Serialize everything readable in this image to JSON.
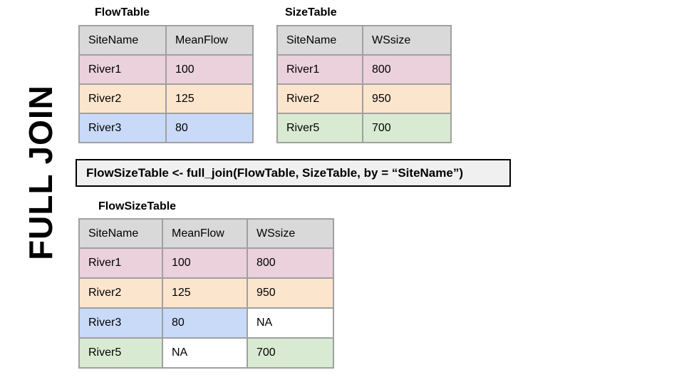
{
  "side_label": {
    "text": "FULL JOIN"
  },
  "palette": {
    "header_bg": "#d9d9d9",
    "row_pink": "#ead1dc",
    "row_orange": "#fce5cd",
    "row_blue": "#c9daf8",
    "row_green": "#d9ead3",
    "na_cell_bg": "#ffffff",
    "table_border": "#a0a0a0",
    "code_box_bg": "#f0f0f0",
    "code_box_border": "#000000"
  },
  "flow_table": {
    "title": "FlowTable",
    "headers": [
      "SiteName",
      "MeanFlow"
    ],
    "rows": [
      {
        "site": "River1",
        "mean_flow": "100"
      },
      {
        "site": "River2",
        "mean_flow": "125"
      },
      {
        "site": "River3",
        "mean_flow": "80"
      }
    ]
  },
  "size_table": {
    "title": "SizeTable",
    "headers": [
      "SiteName",
      "WSsize"
    ],
    "rows": [
      {
        "site": "River1",
        "ws_size": "800"
      },
      {
        "site": "River2",
        "ws_size": "950"
      },
      {
        "site": "River5",
        "ws_size": "700"
      }
    ]
  },
  "code_box": {
    "text": "FlowSizeTable <- full_join(FlowTable, SizeTable, by = “SiteName”)"
  },
  "result_table": {
    "title": "FlowSizeTable",
    "headers": [
      "SiteName",
      "MeanFlow",
      "WSsize"
    ],
    "rows": [
      {
        "site": "River1",
        "mean_flow": "100",
        "ws_size": "800"
      },
      {
        "site": "River2",
        "mean_flow": "125",
        "ws_size": "950"
      },
      {
        "site": "River3",
        "mean_flow": "80",
        "ws_size": "NA"
      },
      {
        "site": "River5",
        "mean_flow": "NA",
        "ws_size": "700"
      }
    ]
  }
}
